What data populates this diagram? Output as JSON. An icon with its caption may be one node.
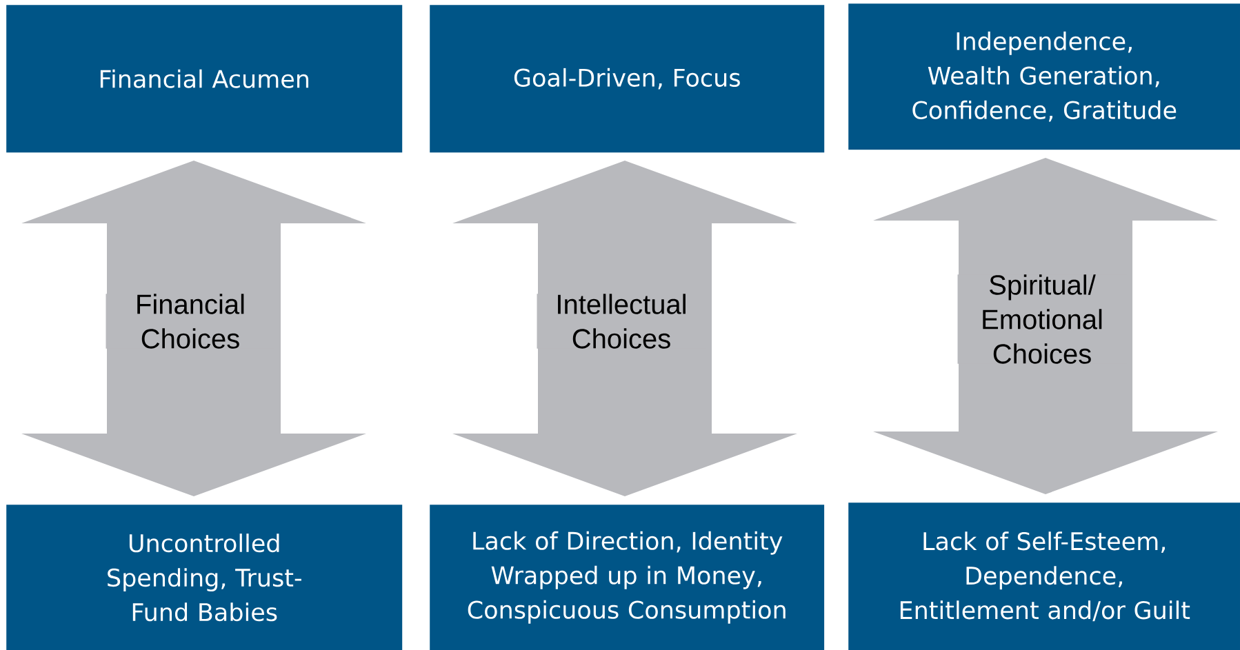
{
  "diagram": {
    "nodes": [
      {
        "text": [
          "Financial Acumen"
        ]
      },
      {
        "text": [
          "Goal-Driven, Focus"
        ]
      },
      {
        "text": [
          "Independence, Wealth Generation, Confidence, Gratitude"
        ]
      },
      {
        "text": [
          "Uncontrolled Spending, Trust-Fund Babies"
        ]
      },
      {
        "text": [
          "Lack of Direction, Identity Wrapped up in Money, Conspicuous Consumption"
        ]
      },
      {
        "text": [
          "Lack of Self-Esteem, Dependence, Entitlement and/or Guilt"
        ]
      }
    ],
    "edges": [
      {
        "from": 0,
        "to": 3,
        "arrow": "both",
        "label": "Financial Choices"
      },
      {
        "from": 1,
        "to": 4,
        "arrow": "both",
        "label": "Intellectual Choices"
      },
      {
        "from": 2,
        "to": 5,
        "arrow": "both",
        "label": "Spiritual/ Emotional Choices"
      }
    ]
  }
}
